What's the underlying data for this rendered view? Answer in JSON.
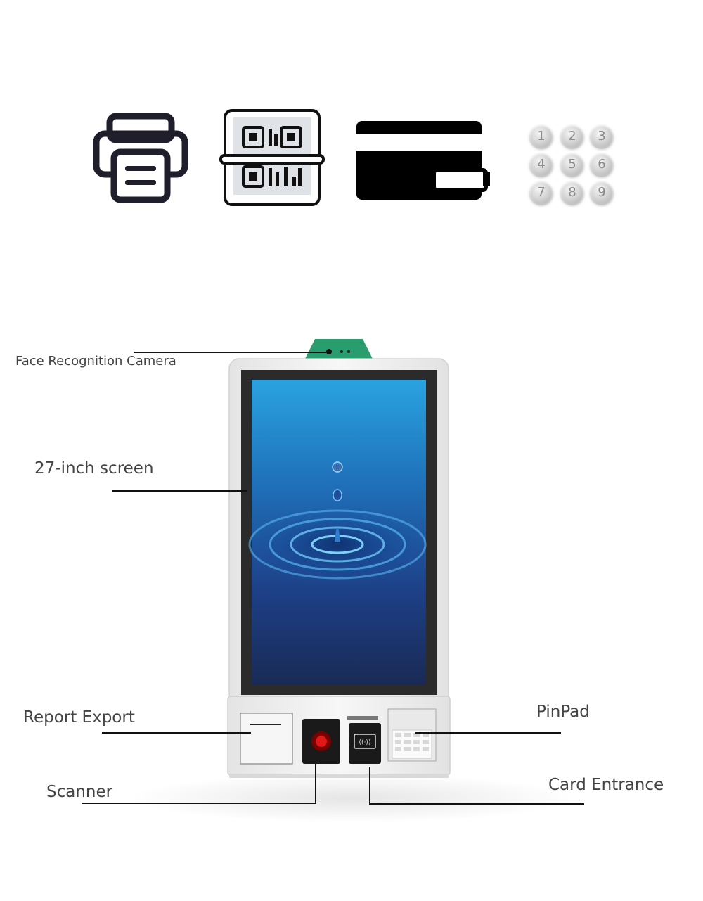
{
  "top_icons": [
    {
      "name": "printer-icon"
    },
    {
      "name": "qr-code-scanner-icon"
    },
    {
      "name": "card-reader-icon"
    },
    {
      "name": "keypad-icon",
      "keys": [
        "1",
        "2",
        "3",
        "4",
        "5",
        "6",
        "7",
        "8",
        "9"
      ]
    }
  ],
  "callouts": {
    "face_camera": "Face Recognition Camera",
    "screen": "27-inch screen",
    "report_export": "Report Export",
    "scanner": "Scanner",
    "pinpad": "PinPad",
    "card_entrance": "Card Entrance"
  },
  "colors": {
    "camera_green": "#2a9d6f",
    "screen_blue_top": "#2aa3e0",
    "screen_blue_bottom": "#1a2a55",
    "kiosk_body": "#f2f2f2",
    "line": "#111111"
  }
}
